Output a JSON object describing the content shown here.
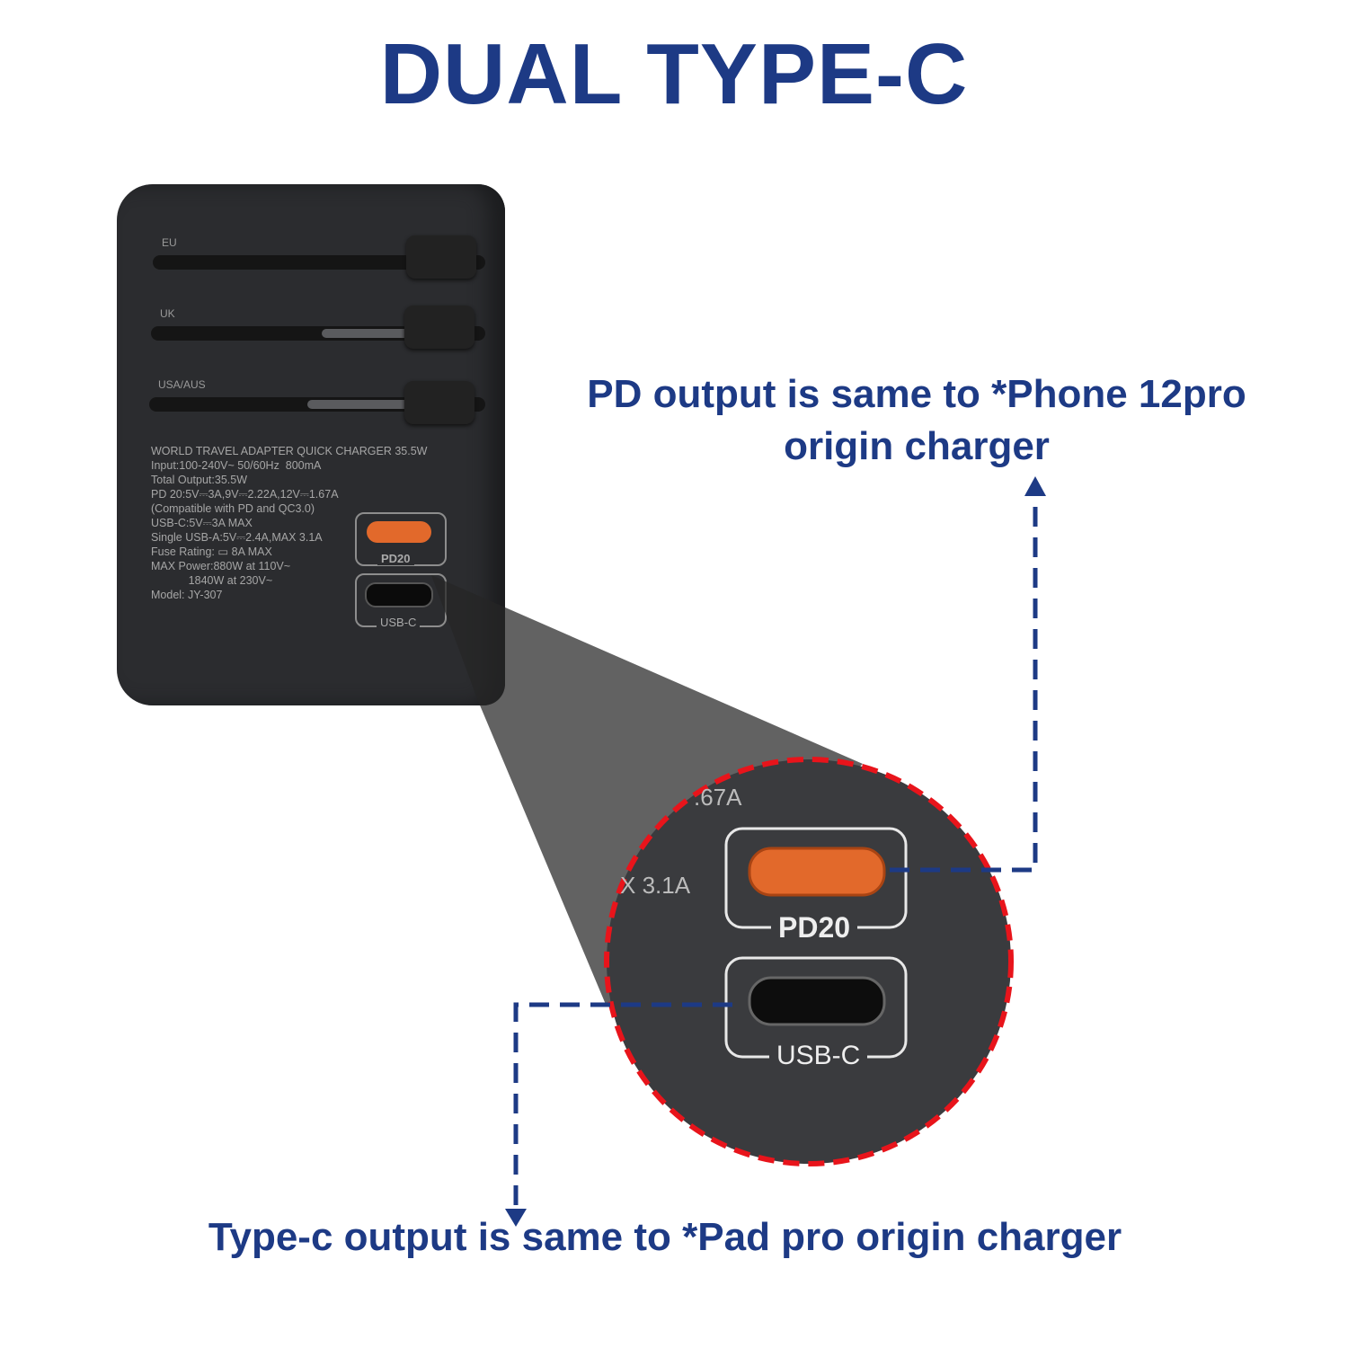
{
  "title": "DUAL TYPE-C",
  "callout_pd": [
    "PD output is same to *Phone 12pro",
    "origin charger"
  ],
  "callout_typec": "Type-c output is same to *Pad pro origin charger",
  "device": {
    "rails": [
      "EU",
      "UK",
      "USA/AUS"
    ],
    "spec_lines": [
      "WORLD TRAVEL ADAPTER QUICK CHARGER 35.5W",
      "Input:100-240V~ 50/60Hz  800mA",
      "Total Output:35.5W",
      "PD 20:5V⎓3A,9V⎓2.22A,12V⎓1.67A",
      "(Compatible with PD and QC3.0)",
      "USB-C:5V⎓3A MAX",
      "Single USB-A:5V⎓2.4A,MAX 3.1A",
      "Fuse Rating: ▭ 8A MAX",
      "MAX Power:880W at 110V~",
      "            1840W at 230V~",
      "Model: JY-307"
    ],
    "port_pd": "PD20",
    "port_c": "USB-C"
  },
  "magnified": {
    "fragment_1": ".67A",
    "fragment_2": "X 3.1A",
    "port_pd": "PD20",
    "port_c": "USB-C"
  },
  "colors": {
    "title": "#1d3a85",
    "circle_border": "#e8141b",
    "device": "#2b2c2f",
    "pd_port": "#e2692b"
  }
}
